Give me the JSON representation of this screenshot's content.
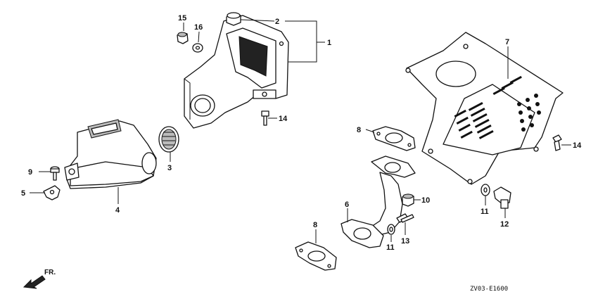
{
  "diagram": {
    "callouts": {
      "p1": "1",
      "p2": "2",
      "p3": "3",
      "p4": "4",
      "p5": "5",
      "p6": "6",
      "p7": "7",
      "p8a": "8",
      "p8b": "8",
      "p9": "9",
      "p10": "10",
      "p11a": "11",
      "p11b": "11",
      "p12": "12",
      "p13": "13",
      "p14a": "14",
      "p14b": "14",
      "p15": "15",
      "p16": "16"
    },
    "direction_label": "FR.",
    "drawing_code": "ZV03-E1600"
  }
}
